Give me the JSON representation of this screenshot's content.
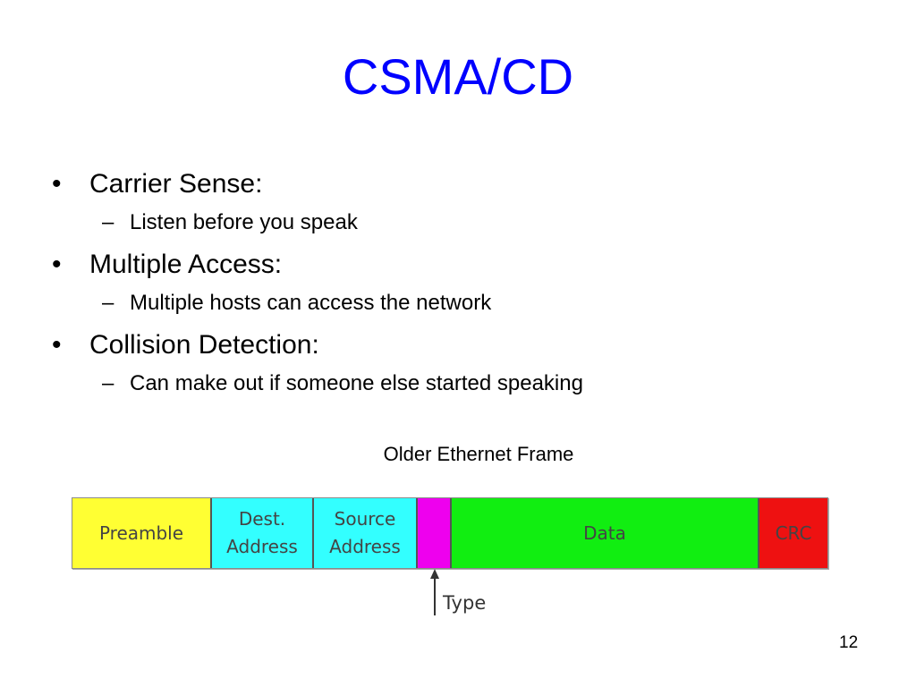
{
  "slide": {
    "title": "CSMA/CD",
    "page_number": "12"
  },
  "bullets": [
    {
      "bullet_glyph": "•",
      "text": "Carrier Sense:",
      "sub_glyph": "–",
      "sub": "Listen before you speak"
    },
    {
      "bullet_glyph": "•",
      "text": "Multiple Access:",
      "sub_glyph": "–",
      "sub": "Multiple hosts can access the network"
    },
    {
      "bullet_glyph": "•",
      "text": "Collision Detection:",
      "sub_glyph": "–",
      "sub": "Can make out if someone else started speaking"
    }
  ],
  "diagram": {
    "caption": "Older Ethernet Frame",
    "segments": [
      {
        "label": "Preamble",
        "color": "#ffff33"
      },
      {
        "label": "Dest.\nAddress",
        "color": "#33ffff"
      },
      {
        "label": "Source\nAddress",
        "color": "#33ffff"
      },
      {
        "label": "",
        "color": "#ee00ee"
      },
      {
        "label": "Data",
        "color": "#11ee11"
      },
      {
        "label": "CRC",
        "color": "#ee1111"
      }
    ],
    "pointer_label": "Type"
  }
}
